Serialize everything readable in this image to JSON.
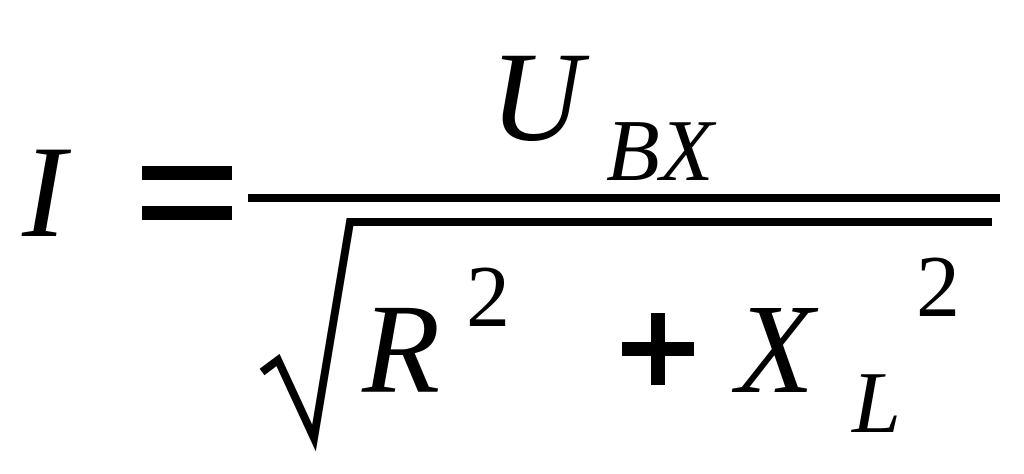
{
  "formula": {
    "lhs_symbol": "I",
    "equals_sign": "=",
    "numerator": {
      "symbol": "U",
      "subscript": "BX"
    },
    "denominator": {
      "term1_symbol": "R",
      "term1_exponent": "2",
      "plus_sign": "+",
      "term2_symbol": "X",
      "term2_subscript": "L",
      "term2_exponent": "2"
    }
  },
  "colors": {
    "ink": "#000000",
    "background": "#ffffff"
  }
}
